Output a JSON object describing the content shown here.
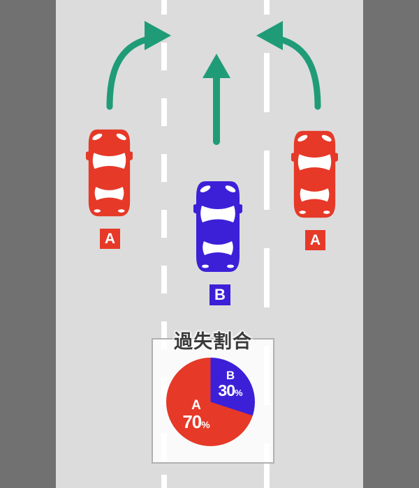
{
  "scene": {
    "description_labels": {
      "car_a": "A",
      "car_b": "B"
    },
    "colors": {
      "car_a": "#e63928",
      "car_b": "#3c20d8",
      "arrow": "#1f9c77",
      "road": "#dcdcdc",
      "shoulder": "#717171",
      "lane_line": "#ffffff",
      "panel_border": "#b0b0b0",
      "title_text": "#3b3b3b"
    }
  },
  "chart_data": {
    "type": "pie",
    "title": "過失割合",
    "legend_position": "none",
    "slices": [
      {
        "label": "A",
        "value": 70,
        "unit": "%",
        "color": "#e63928"
      },
      {
        "label": "B",
        "value": 30,
        "unit": "%",
        "color": "#3c20d8"
      }
    ]
  }
}
